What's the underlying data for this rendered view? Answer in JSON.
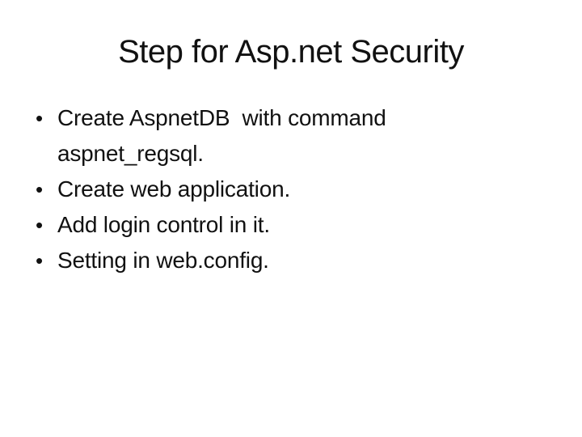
{
  "slide": {
    "title": "Step for Asp.net Security",
    "bullets": [
      {
        "lines": [
          "Create AspnetDB  with command",
          "aspnet_regsql."
        ]
      },
      {
        "lines": [
          "Create web application."
        ]
      },
      {
        "lines": [
          "Add login control in it."
        ]
      },
      {
        "lines": [
          "Setting in web.config."
        ]
      }
    ]
  },
  "icons": {
    "bullet": "•"
  },
  "colors": {
    "background": "#ffffff",
    "text": "#111111"
  }
}
